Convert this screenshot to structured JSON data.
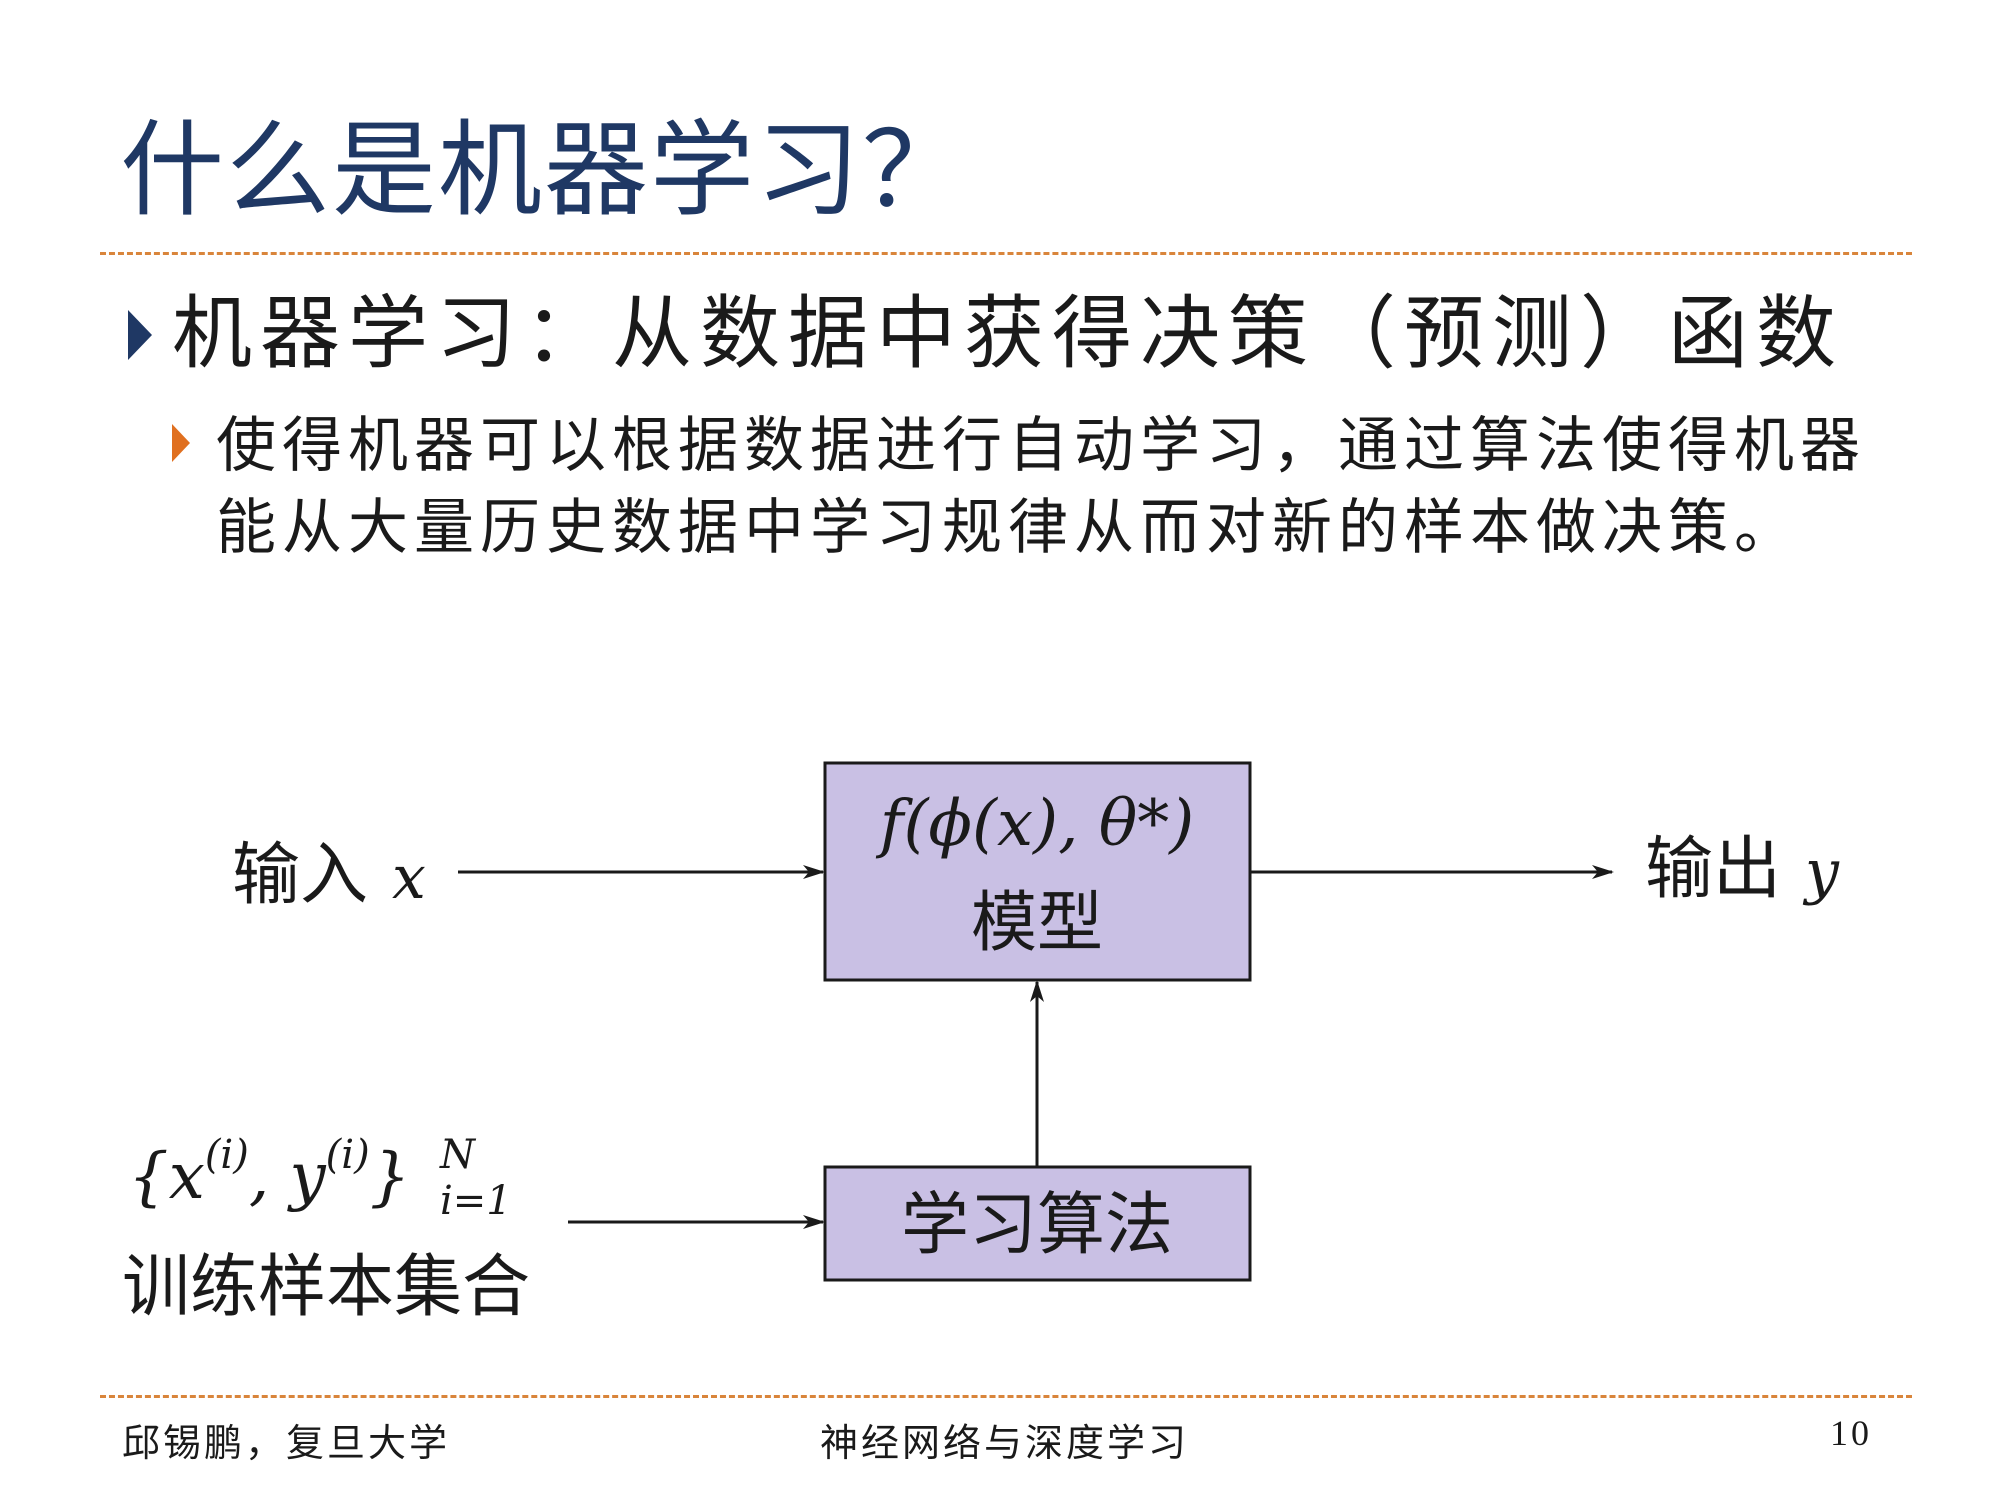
{
  "slide": {
    "title": "什么是机器学习？",
    "bullet_main": "机器学习：从数据中获得决策（预测）函数",
    "bullet_sub": "使得机器可以根据数据进行自动学习，通过算法使得机器能从大量历史数据中学习规律从而对新的样本做决策。"
  },
  "diagram": {
    "input_label": "输入",
    "input_var": "x",
    "model_formula": "f(ϕ(x), θ*)",
    "model_label": "模型",
    "output_label": "输出",
    "output_var": "y",
    "train_set_formula_main": "{x",
    "train_set_sup1": "(i)",
    "train_set_mid": ", y",
    "train_set_sup2": "(i)",
    "train_set_close": "}",
    "train_set_sup_N": "N",
    "train_set_sub": "i=1",
    "train_set_label": "训练样本集合",
    "algorithm_label": "学习算法"
  },
  "footer": {
    "author": "邱锡鹏，复旦大学",
    "course": "神经网络与深度学习",
    "page_number": "10"
  },
  "colors": {
    "title": "#1f3864",
    "rule": "#d9853b",
    "bullet_main": "#1f3864",
    "bullet_sub": "#e07020",
    "box_fill": "#c9c0e4"
  }
}
